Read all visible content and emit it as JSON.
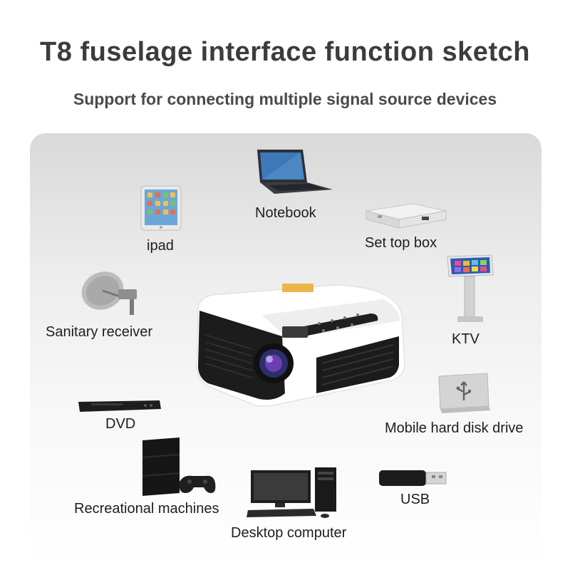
{
  "header": {
    "title": "T8 fuselage interface function sketch",
    "subtitle": "Support for connecting multiple signal source devices"
  },
  "devices": {
    "notebook": "Notebook",
    "ipad": "ipad",
    "set_top_box": "Set top box",
    "sanitary_receiver": "Sanitary receiver",
    "ktv": "KTV",
    "dvd": "DVD",
    "mobile_hdd": "Mobile hard disk drive",
    "recreational": "Recreational machines",
    "desktop": "Desktop computer",
    "usb": "USB"
  },
  "colors": {
    "title": "#3c3c3c",
    "panel_top": "#d9d9d9",
    "panel_bottom": "#ffffff",
    "projector_body": "#ffffff",
    "projector_front": "#1c1c1c"
  }
}
